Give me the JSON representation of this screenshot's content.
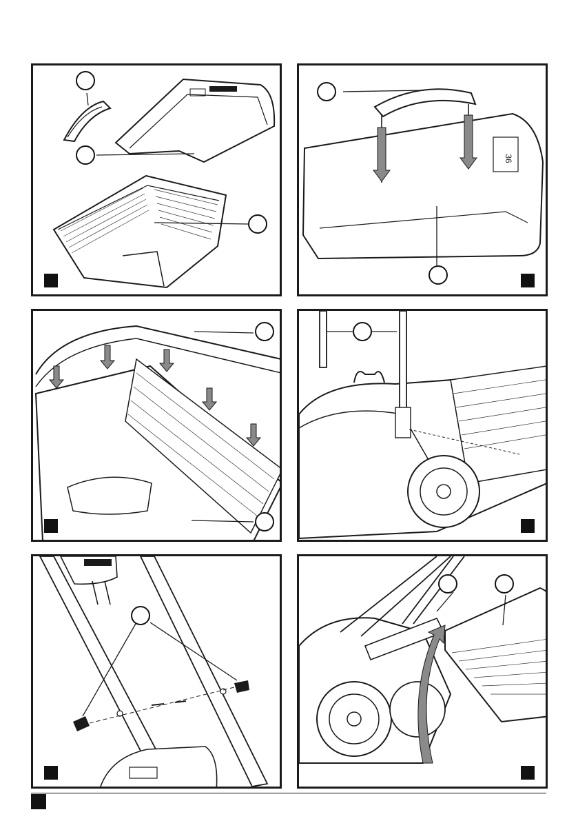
{
  "panels": [
    {
      "id": "assembly-collection-bag",
      "callouts": 3
    },
    {
      "id": "fit-bag-handle",
      "callouts": 2
    },
    {
      "id": "attach-bag-frame-clips",
      "callouts": 2
    },
    {
      "id": "fit-upper-handle",
      "callouts": 1
    },
    {
      "id": "handle-knobs-and-bolts",
      "callouts": 1
    },
    {
      "id": "hang-collection-bag",
      "callouts": 2
    }
  ],
  "colors": {
    "line": "#1a1a1a",
    "panel_bg": "#ffffff",
    "mesh": "#333333",
    "arrow_fill": "#8a8a8a"
  }
}
